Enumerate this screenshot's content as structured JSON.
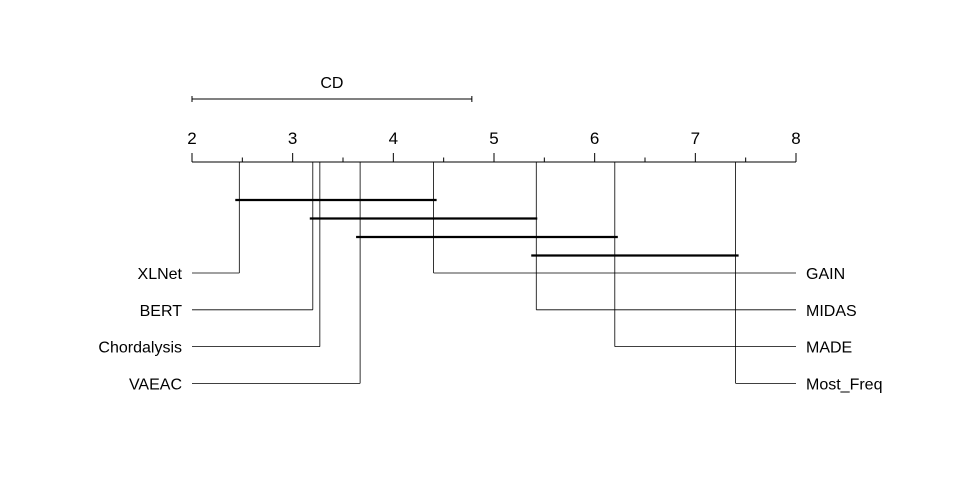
{
  "chart_data": {
    "type": "critical-difference",
    "axis": {
      "min": 2,
      "max": 8,
      "ticks": [
        "2",
        "3",
        "4",
        "5",
        "6",
        "7",
        "8"
      ],
      "half_ticks": [
        2.5,
        3.5,
        4.5,
        5.5,
        6.5,
        7.5
      ]
    },
    "cd": {
      "label": "CD",
      "start": 2,
      "end": 4.78
    },
    "left_methods": [
      {
        "name": "XLNet",
        "rank": 2.47
      },
      {
        "name": "BERT",
        "rank": 3.2
      },
      {
        "name": "Chordalysis",
        "rank": 3.27
      },
      {
        "name": "VAEAC",
        "rank": 3.67
      }
    ],
    "right_methods": [
      {
        "name": "GAIN",
        "rank": 4.4
      },
      {
        "name": "MIDAS",
        "rank": 5.42
      },
      {
        "name": "MADE",
        "rank": 6.2
      },
      {
        "name": "Most_Freq",
        "rank": 7.4
      }
    ],
    "cliques": [
      {
        "from": 2.43,
        "to": 4.43
      },
      {
        "from": 3.17,
        "to": 5.43
      },
      {
        "from": 3.63,
        "to": 6.23
      },
      {
        "from": 5.37,
        "to": 7.43
      }
    ]
  }
}
